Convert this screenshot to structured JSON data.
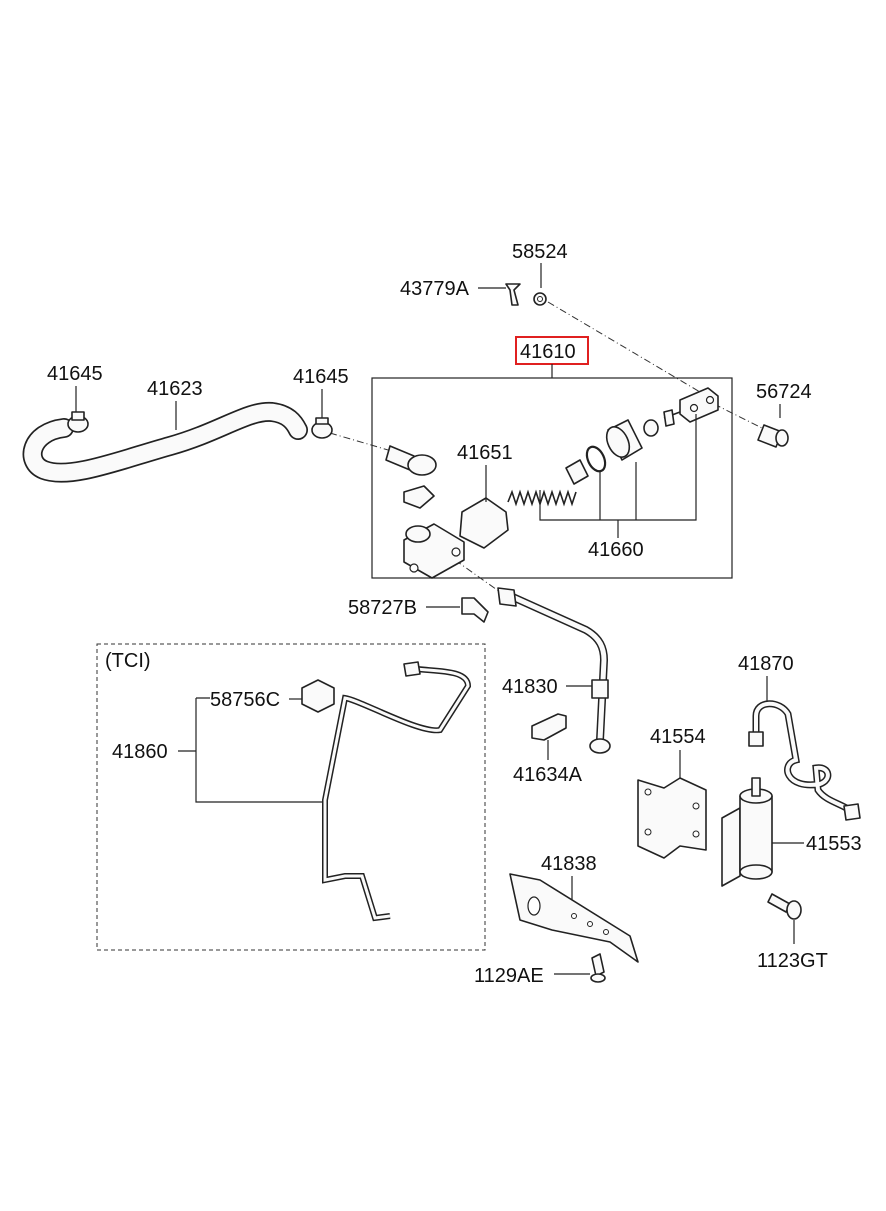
{
  "callouts": {
    "p58524": "58524",
    "p43779A": "43779A",
    "p41610": "41610",
    "p41645_left": "41645",
    "p41623": "41623",
    "p41645_mid": "41645",
    "p56724": "56724",
    "p41651": "41651",
    "p41660": "41660",
    "p58727B": "58727B",
    "p41870": "41870",
    "p58756C": "58756C",
    "p41830": "41830",
    "p41860": "41860",
    "p41554": "41554",
    "p41634A": "41634A",
    "p41553": "41553",
    "p41838": "41838",
    "p1123GT": "1123GT",
    "p1129AE": "1129AE"
  },
  "tci_label": "(TCI)",
  "highlight_color": "#e02020"
}
